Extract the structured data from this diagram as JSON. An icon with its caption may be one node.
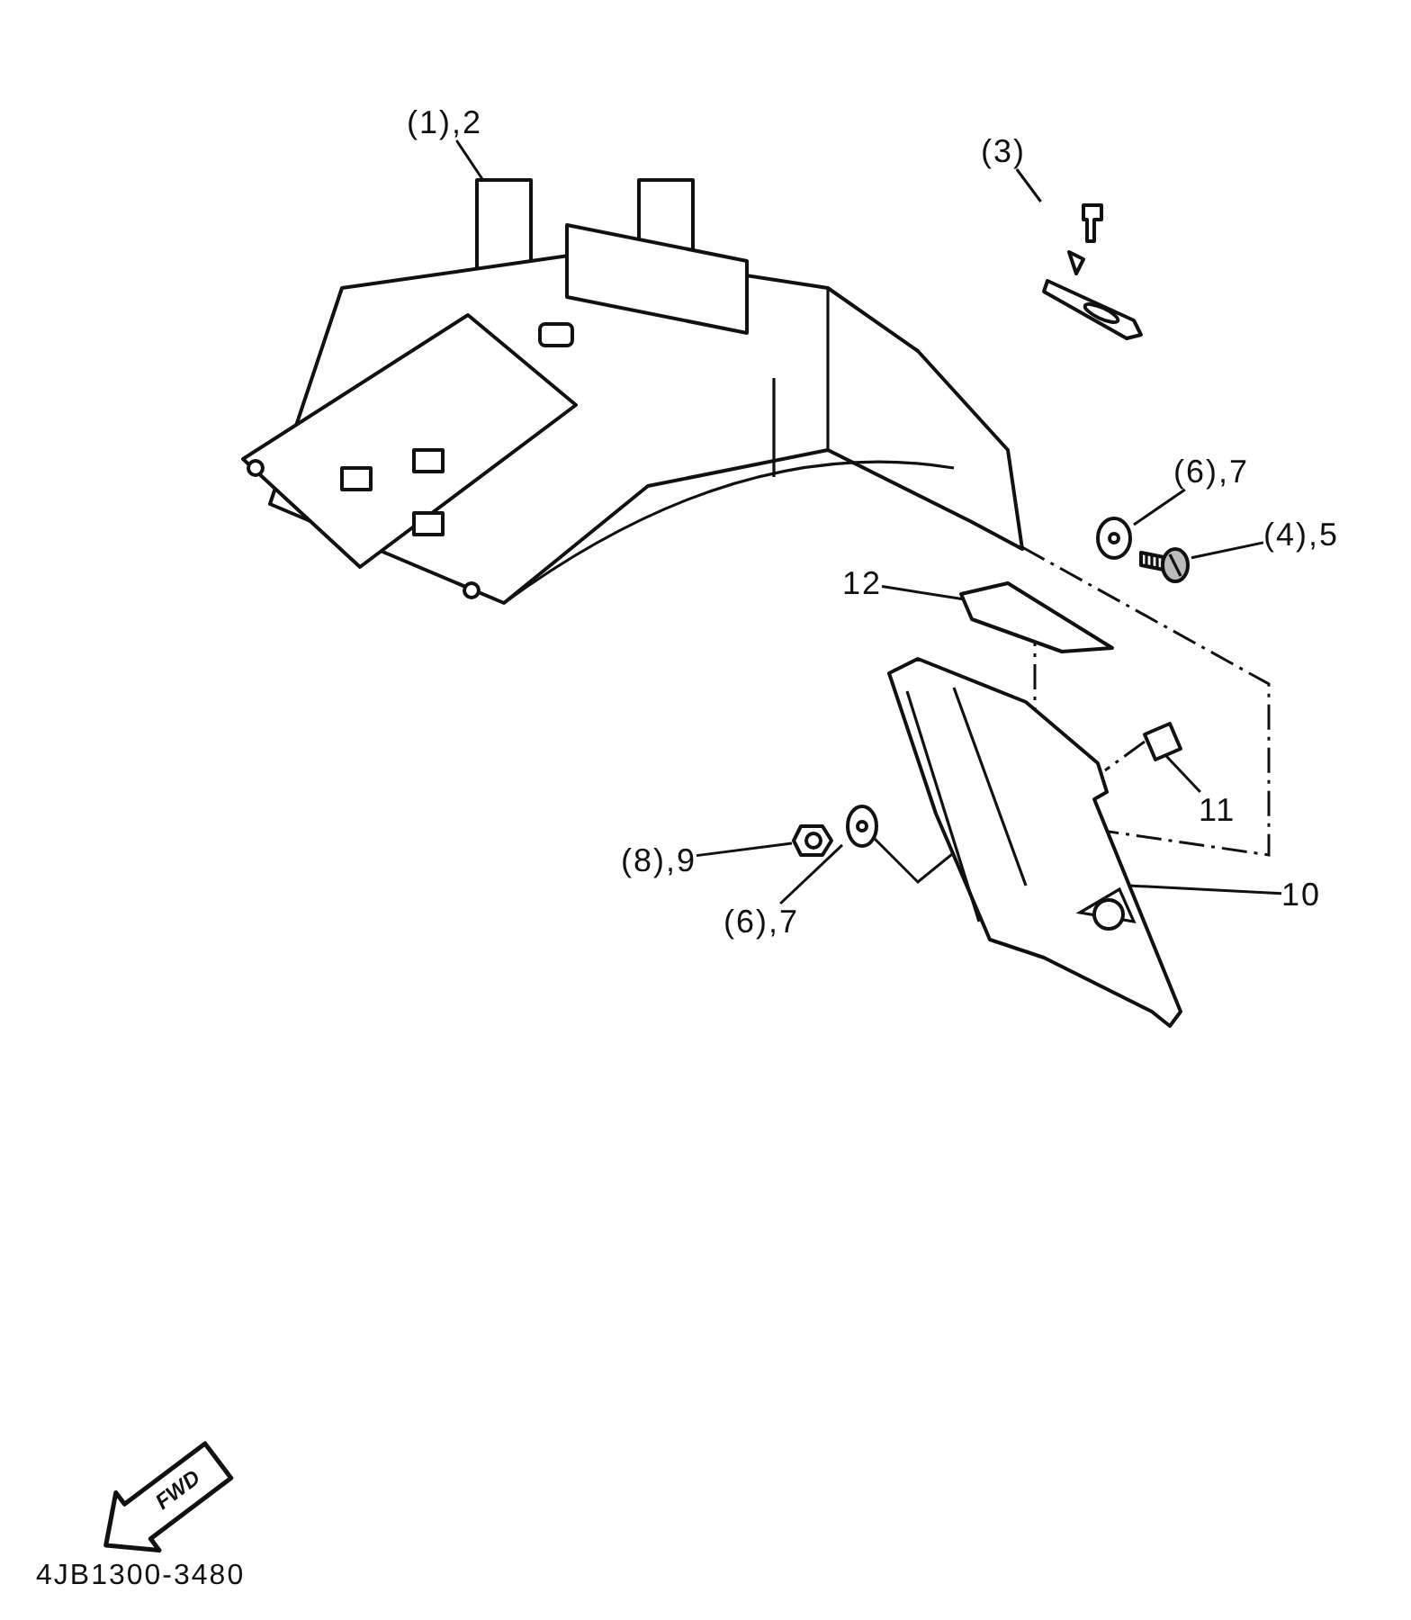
{
  "diagram": {
    "nodes": [
      {
        "text": [
          "(1),2"
        ]
      },
      {
        "text": [],
        "shape": "picture"
      },
      {
        "text": [
          "(3)"
        ]
      },
      {
        "text": [],
        "shape": "picture"
      },
      {
        "text": [
          "(6),7"
        ]
      },
      {
        "text": [],
        "shape": "picture"
      },
      {
        "text": [
          "(4),5"
        ]
      },
      {
        "text": [],
        "shape": "picture"
      },
      {
        "text": [
          "12"
        ]
      },
      {
        "text": [],
        "shape": "picture"
      },
      {
        "text": [
          "11"
        ]
      },
      {
        "text": [],
        "shape": "picture"
      },
      {
        "text": [
          "10"
        ]
      },
      {
        "text": [],
        "shape": "picture"
      },
      {
        "text": [
          "(8),9"
        ]
      },
      {
        "text": [],
        "shape": "picture"
      },
      {
        "text": [
          "(6),7"
        ]
      },
      {
        "text": [],
        "shape": "picture"
      }
    ],
    "edges": [
      {
        "from": 0,
        "to": 1,
        "arrow": "none"
      },
      {
        "from": 2,
        "to": 3,
        "arrow": "none"
      },
      {
        "from": 4,
        "to": 5,
        "arrow": "none"
      },
      {
        "from": 6,
        "to": 7,
        "arrow": "none"
      },
      {
        "from": 8,
        "to": 9,
        "arrow": "none"
      },
      {
        "from": 10,
        "to": 11,
        "arrow": "none"
      },
      {
        "from": 12,
        "to": 13,
        "arrow": "none"
      },
      {
        "from": 14,
        "to": 15,
        "arrow": "none"
      },
      {
        "from": 16,
        "to": 17,
        "arrow": "none"
      },
      {
        "from": 1,
        "to": 13,
        "arrow": "none",
        "style": "dashed"
      },
      {
        "from": 9,
        "to": 13,
        "arrow": "none",
        "style": "dashed"
      },
      {
        "from": 11,
        "to": 13,
        "arrow": "none",
        "style": "dashed"
      },
      {
        "from": 17,
        "to": 13,
        "arrow": "none"
      }
    ],
    "labels": [
      "FWD",
      "4JB1300-3480"
    ]
  }
}
